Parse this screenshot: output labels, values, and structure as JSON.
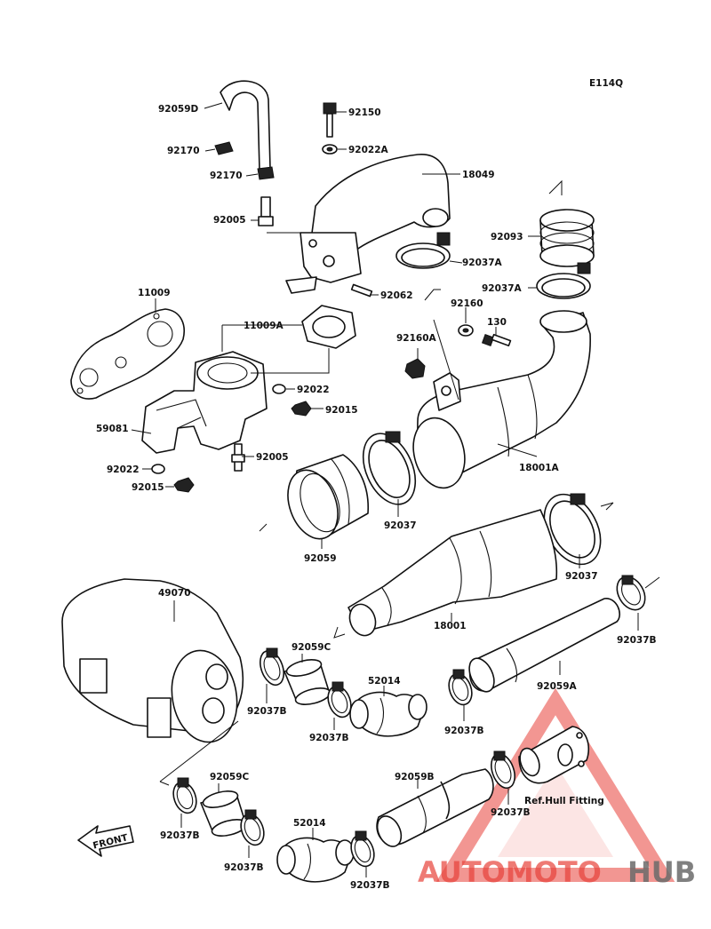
{
  "diagram_code": "E114Q",
  "labels": {
    "p92059D": "92059D",
    "p92150": "92150",
    "p92170a": "92170",
    "p92022A": "92022A",
    "p18049": "18049",
    "p92170b": "92170",
    "p92005a": "92005",
    "p92093": "92093",
    "p92037A_1": "92037A",
    "p92062": "92062",
    "p92037A_2": "92037A",
    "p11009": "11009",
    "p92160": "92160",
    "p11009A": "11009A",
    "p130": "130",
    "p92160A": "92160A",
    "p92022a": "92022",
    "p92015a": "92015",
    "p59081": "59081",
    "p92005b": "92005",
    "p18001A": "18001A",
    "p92022b": "92022",
    "p92015b": "92015",
    "p92037_1": "92037",
    "p92059": "92059",
    "p92037_2": "92037",
    "p49070": "49070",
    "p18001": "18001",
    "p92037B_1": "92037B",
    "p92059C_1": "92059C",
    "p52014_1": "52014",
    "p92059A": "92059A",
    "p92037B_2": "92037B",
    "p92037B_3": "92037B",
    "p92037B_4": "92037B",
    "p92059C_2": "92059C",
    "p92059B": "92059B",
    "p92037B_5": "92037B",
    "p92037B_6": "92037B",
    "p52014_2": "52014",
    "p92037B_7": "92037B",
    "p92037B_8": "92037B",
    "ref_hull": "Ref.Hull Fitting",
    "front": "FRONT"
  },
  "watermark": {
    "brand_part1": "AUTOMOTO",
    "brand_part2": "HUB",
    "color_primary": "#e8423a",
    "color_secondary": "#6b6b6b"
  }
}
